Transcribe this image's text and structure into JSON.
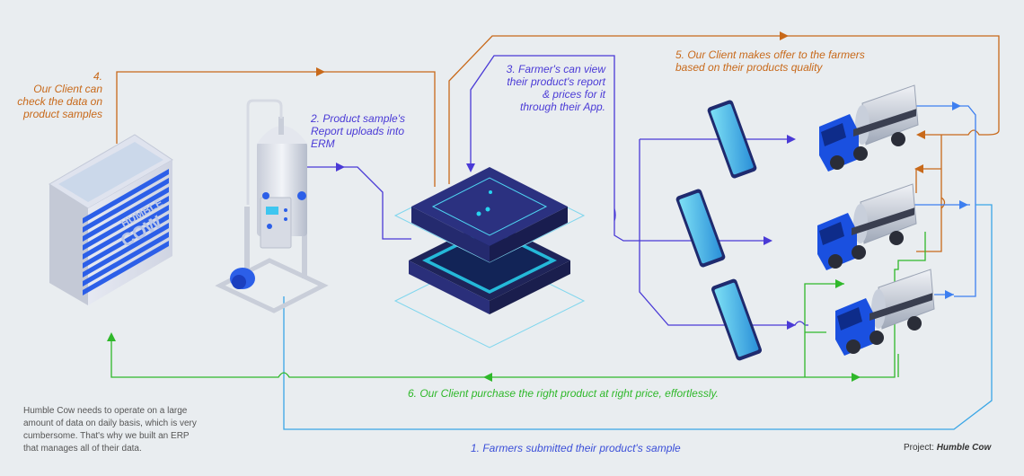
{
  "steps": {
    "step1": "1. Farmers submitted their product's sample",
    "step2": "2. Product sample's Report uploads into ERM",
    "step3": "3. Farmer's can view their product's report & prices for it through their App.",
    "step4_number": "4.",
    "step4": "Our Client can check the data on product samples",
    "step5": "5. Our Client makes offer to the farmers based on their products quality",
    "step6": "6. Our Client purchase the right product at right price, effortlessly."
  },
  "description": "Humble Cow needs to operate on a large amount of data on daily basis, which is very cumbersome. That's why we built an ERP that manages all of their data.",
  "project": {
    "label": "Project:",
    "name": "Humble Cow"
  },
  "logo": {
    "line1": "HUMBLE",
    "line2": "COW"
  },
  "colors": {
    "orange": "#c8691a",
    "purple": "#4a3ad6",
    "green": "#2fb82a",
    "blue": "#3d7ff0",
    "lightblue": "#3aa6e6",
    "server": "#2a2a6e",
    "truck": "#1a50e0"
  },
  "icons": {
    "data_store": "data-storage-icon",
    "lab_machine": "lab-machine-icon",
    "erp_server": "erp-server-icon",
    "phone": "smartphone-icon",
    "truck": "milk-tanker-truck-icon"
  }
}
